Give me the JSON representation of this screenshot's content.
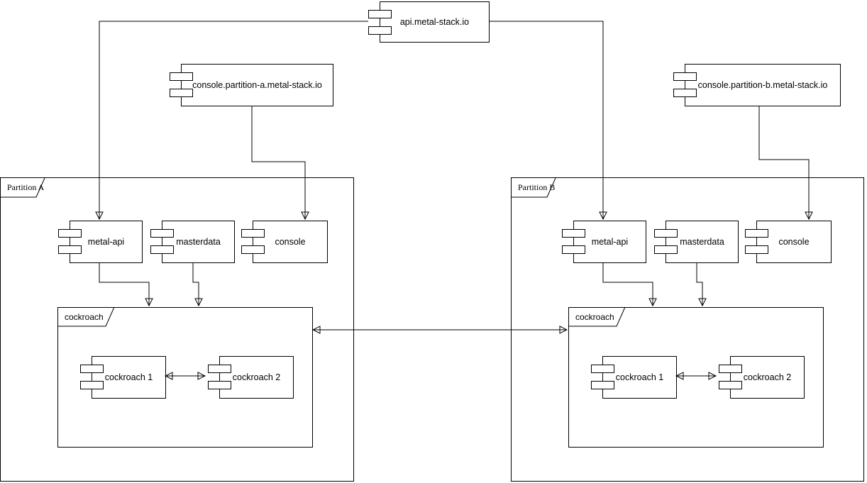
{
  "colors": {
    "stroke": "#000000",
    "background": "#ffffff"
  },
  "top_components": {
    "api": {
      "label": "api.metal-stack.io"
    },
    "console_a": {
      "label": "console.partition-a.metal-stack.io"
    },
    "console_b": {
      "label": "console.partition-b.metal-stack.io"
    }
  },
  "partition_a": {
    "label": "Partition A",
    "components": {
      "metal_api": {
        "label": "metal-api"
      },
      "masterdata": {
        "label": "masterdata"
      },
      "console": {
        "label": "console"
      }
    },
    "cockroach": {
      "label": "cockroach",
      "node1": {
        "label": "cockroach 1"
      },
      "node2": {
        "label": "cockroach 2"
      }
    }
  },
  "partition_b": {
    "label": "Partition B",
    "components": {
      "metal_api": {
        "label": "metal-api"
      },
      "masterdata": {
        "label": "masterdata"
      },
      "console": {
        "label": "console"
      }
    },
    "cockroach": {
      "label": "cockroach",
      "node1": {
        "label": "cockroach 1"
      },
      "node2": {
        "label": "cockroach 2"
      }
    }
  }
}
